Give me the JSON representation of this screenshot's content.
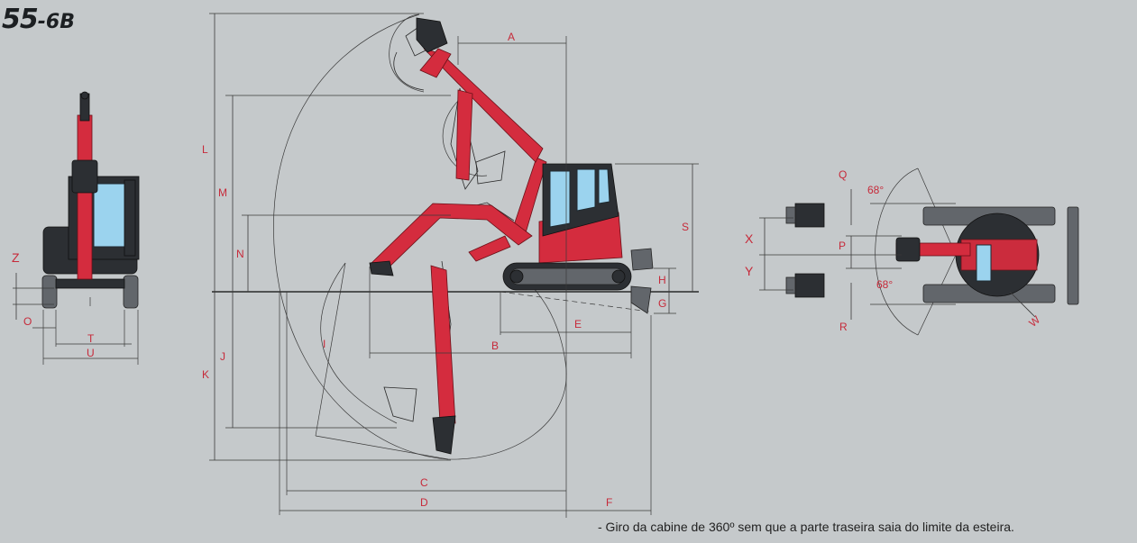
{
  "title": {
    "model": "55",
    "suffix": "-6B"
  },
  "footnote": "- Giro da cabine de 360º sem que a parte traseira saia do limite da esteira.",
  "dimension_labels": {
    "A": "A",
    "B": "B",
    "C": "C",
    "D": "D",
    "E": "E",
    "F": "F",
    "G": "G",
    "H": "H",
    "I": "I",
    "J": "J",
    "K": "K",
    "L": "L",
    "M": "M",
    "N": "N",
    "O": "O",
    "P": "P",
    "Q": "Q",
    "R": "R",
    "S": "S",
    "T": "T",
    "U": "U",
    "W": "W",
    "X": "X",
    "Y": "Y",
    "Z": "Z"
  },
  "swing_angles": {
    "left": "68°",
    "right": "68°"
  },
  "colors": {
    "background": "#c5c9cb",
    "accent_red": "#d42c3e",
    "label_red": "#c62a3a",
    "track": "#2c2f33",
    "glass": "#9bd3ee"
  }
}
